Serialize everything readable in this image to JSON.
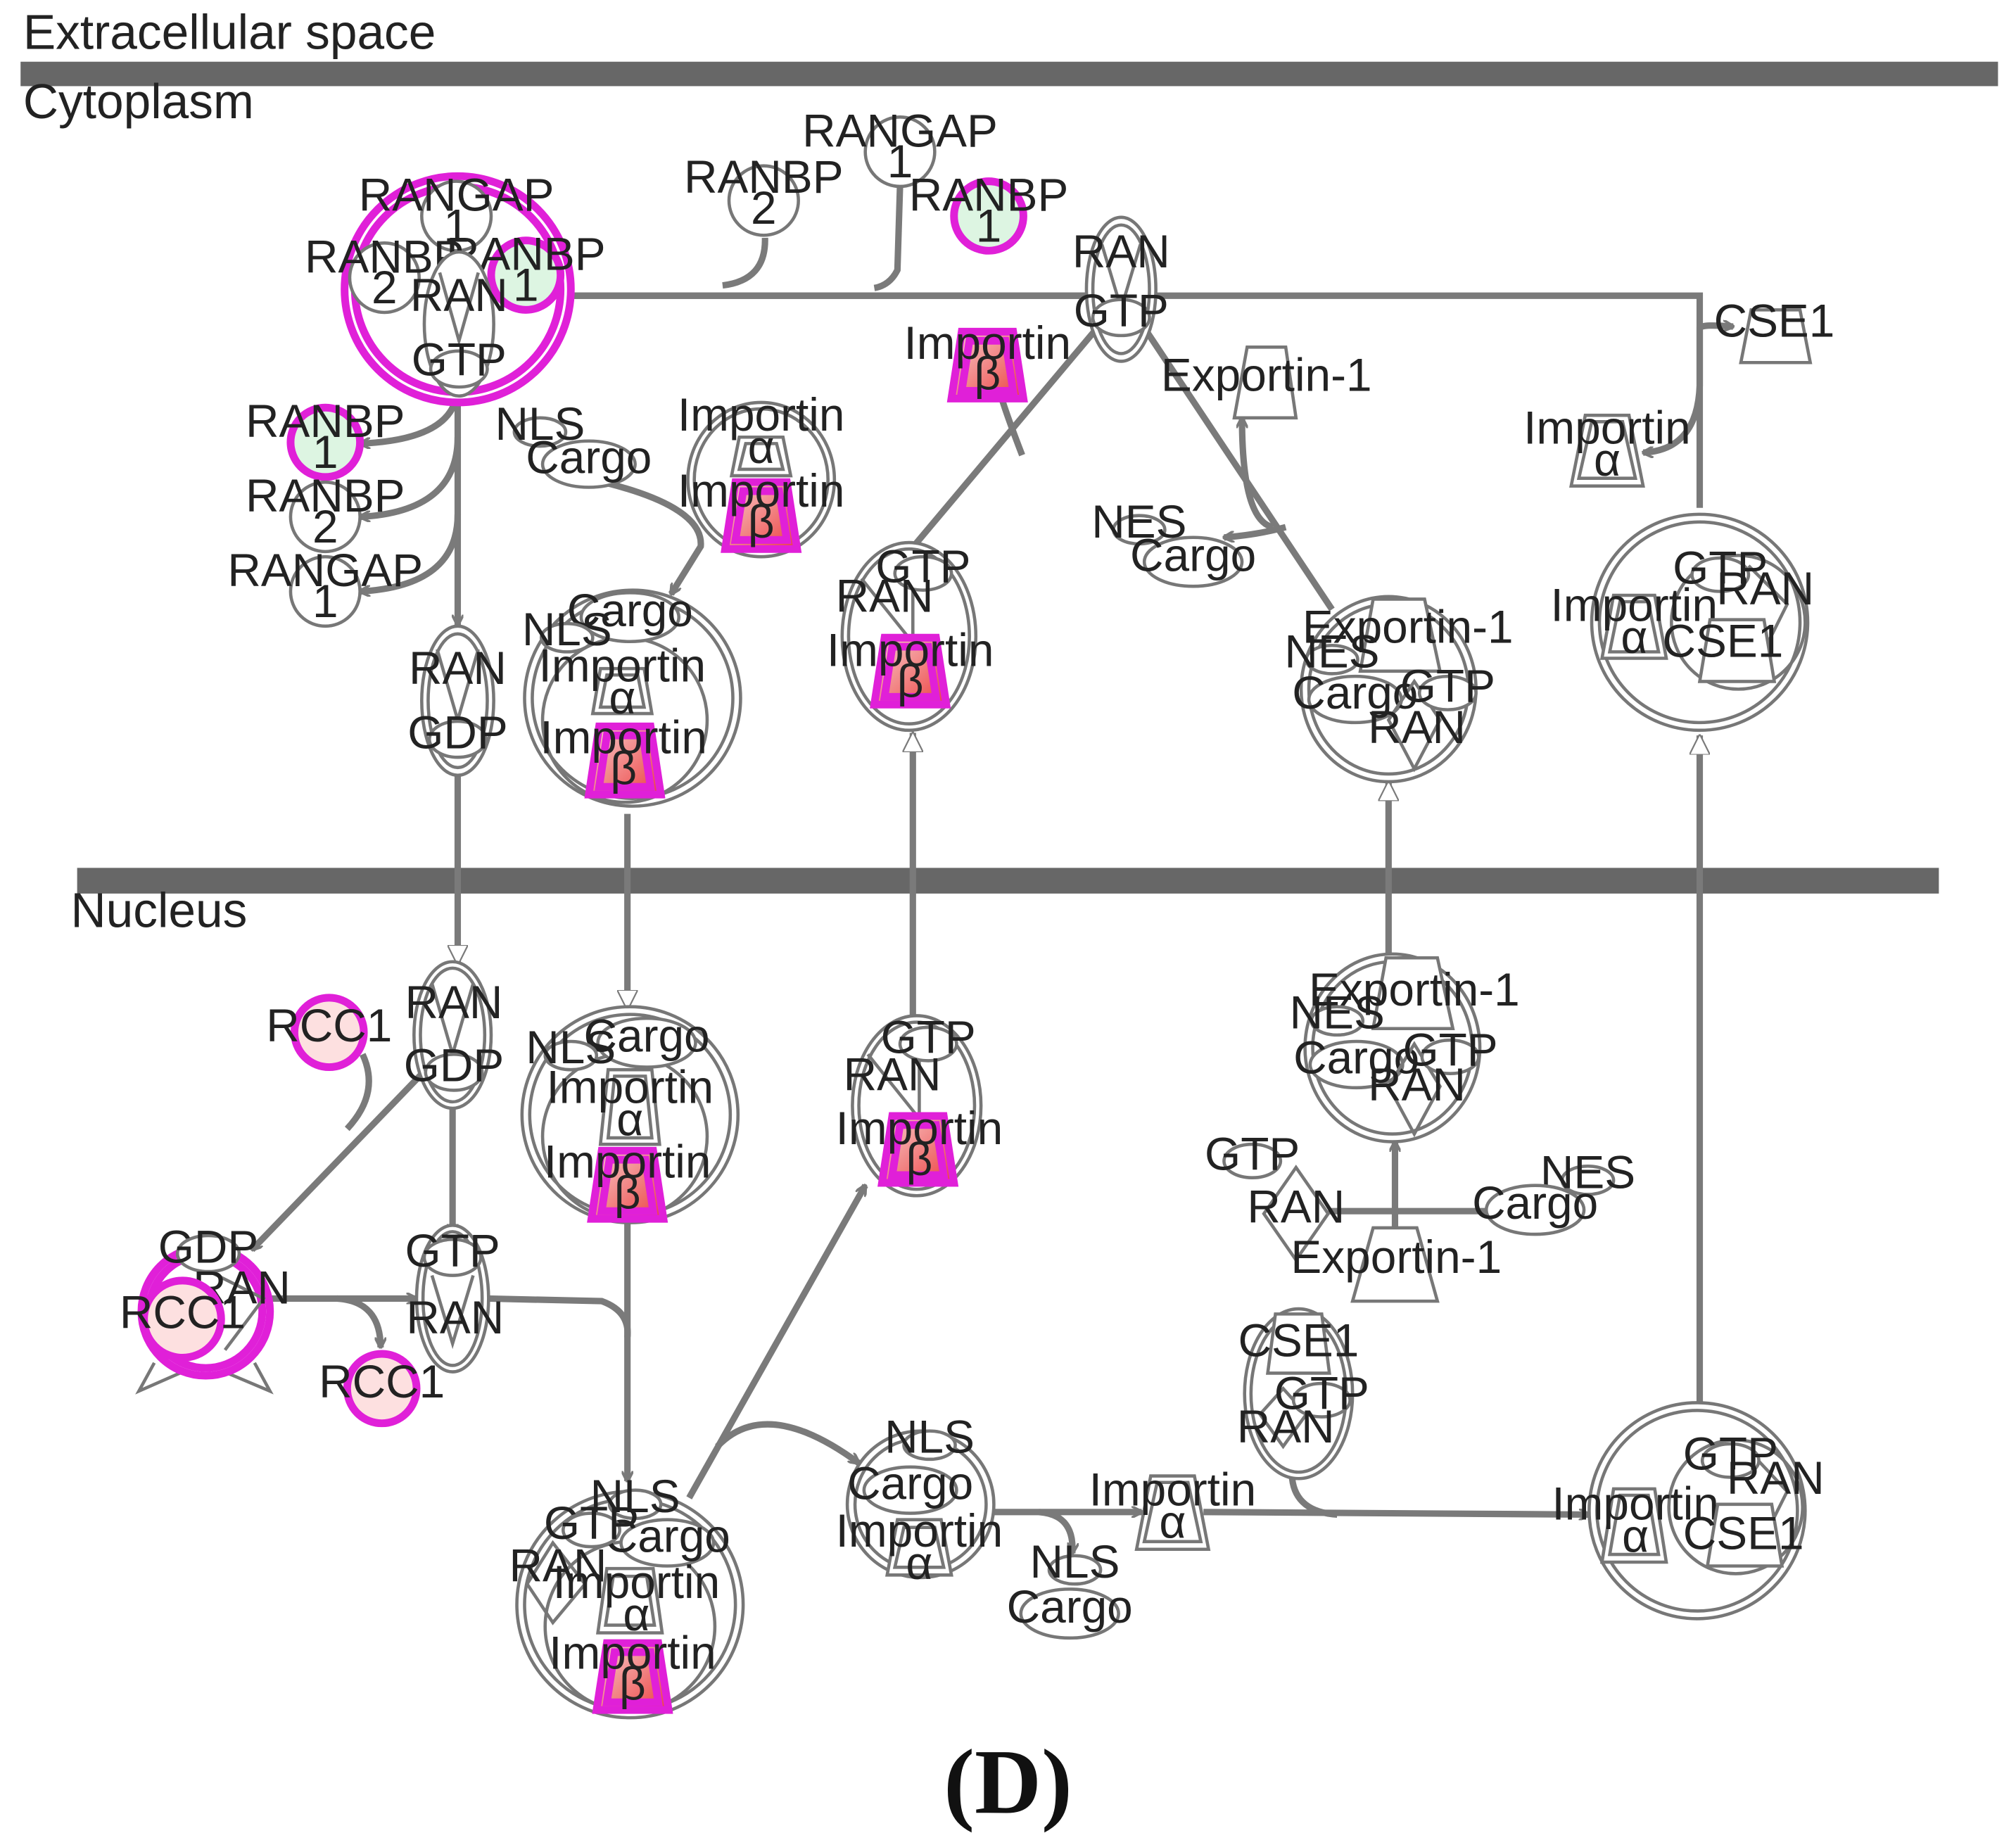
{
  "regions": {
    "extracellular": "Extracellular space",
    "cytoplasm": "Cytoplasm",
    "nucleus": "Nucleus"
  },
  "caption": "(D)",
  "molecules": {
    "rangap1": [
      "RANGAP",
      "1"
    ],
    "ranbp1": [
      "RANBP",
      "1"
    ],
    "ranbp2": [
      "RANBP",
      "2"
    ],
    "ran": "RAN",
    "gtp": "GTP",
    "gdp": "GDP",
    "nls": "NLS",
    "nes": "NES",
    "cargo": "Cargo",
    "importin_a": [
      "Importin",
      "α"
    ],
    "importin_b": [
      "Importin",
      "β"
    ],
    "exportin1": "Exportin-1",
    "cse1": "CSE1",
    "rcc1": "RCC1"
  },
  "colors": {
    "regulated_border": "#e020d8",
    "downregulated_fill": "#ddf5e2",
    "upregulated_fill": "#fde0e0",
    "importin_b_gradient": [
      "#f8d0cf",
      "#ec3f3f"
    ],
    "membrane": "#676767",
    "edge": "#7a7a7a"
  }
}
